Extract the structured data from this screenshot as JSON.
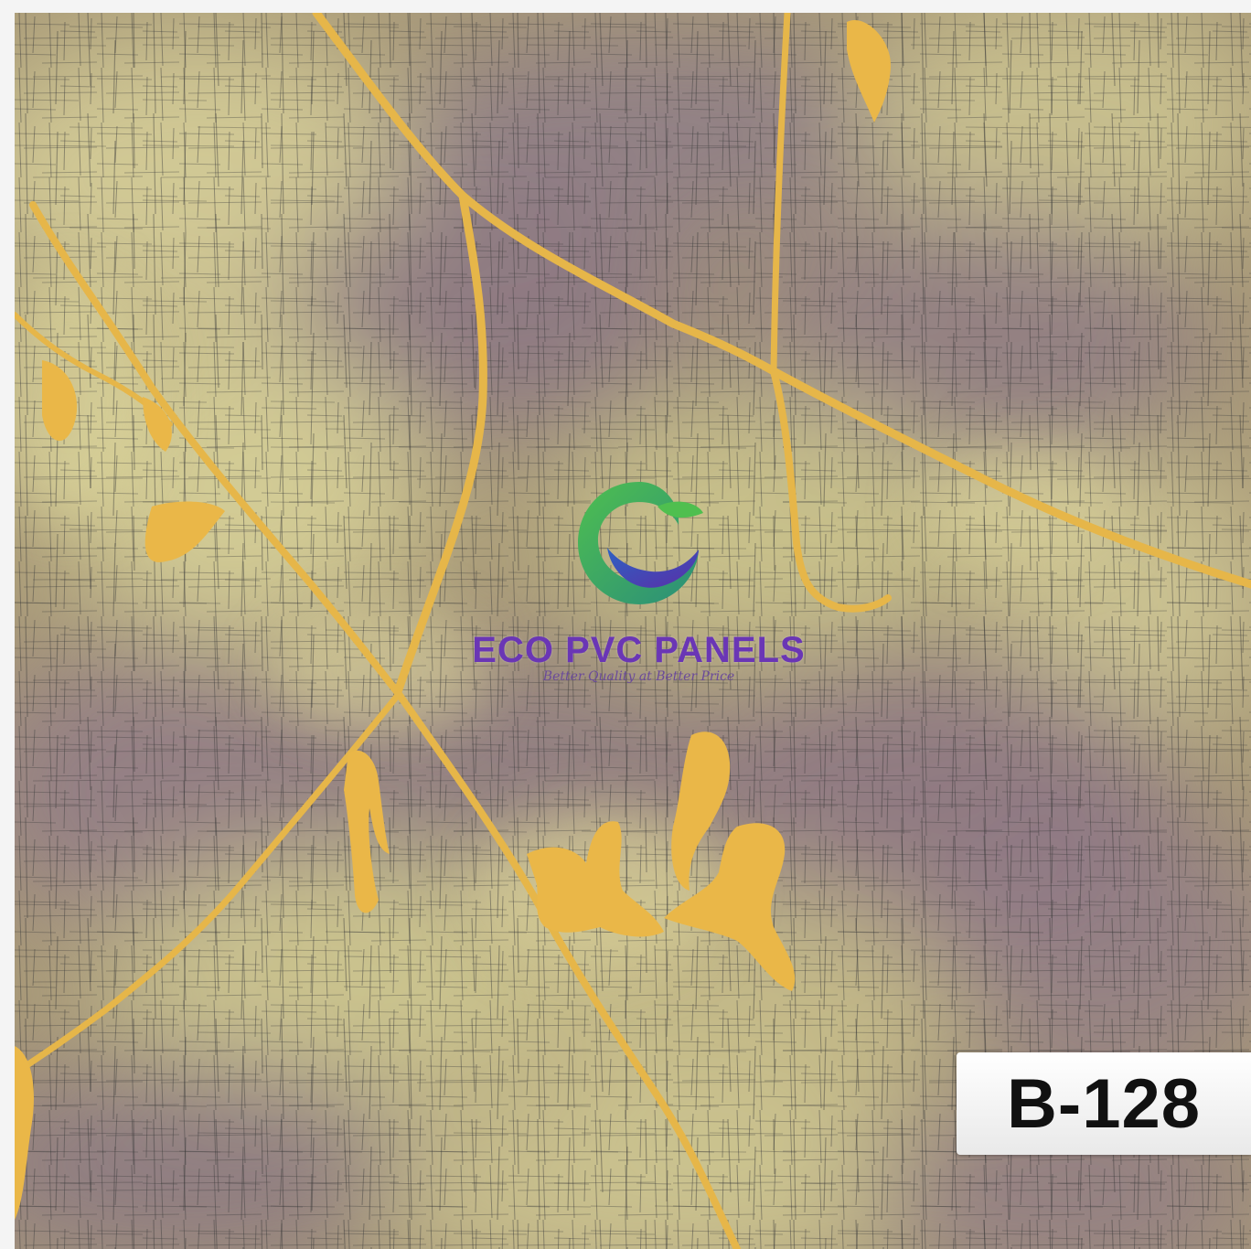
{
  "panel": {
    "brand_name": "ECO PVC PANELS",
    "tagline": "Better Quality at Better Price",
    "product_code": "B-128"
  },
  "colors": {
    "base": "#a99a78",
    "vein_gold": "#e8b84a",
    "mauve_cloud": "#8f7a86",
    "light_cloud": "#d8d196",
    "brand_purple": "#6a36b5",
    "logo_green": "#3fae4a",
    "logo_blue": "#2f55b8",
    "logo_purple": "#5a2ea8"
  }
}
